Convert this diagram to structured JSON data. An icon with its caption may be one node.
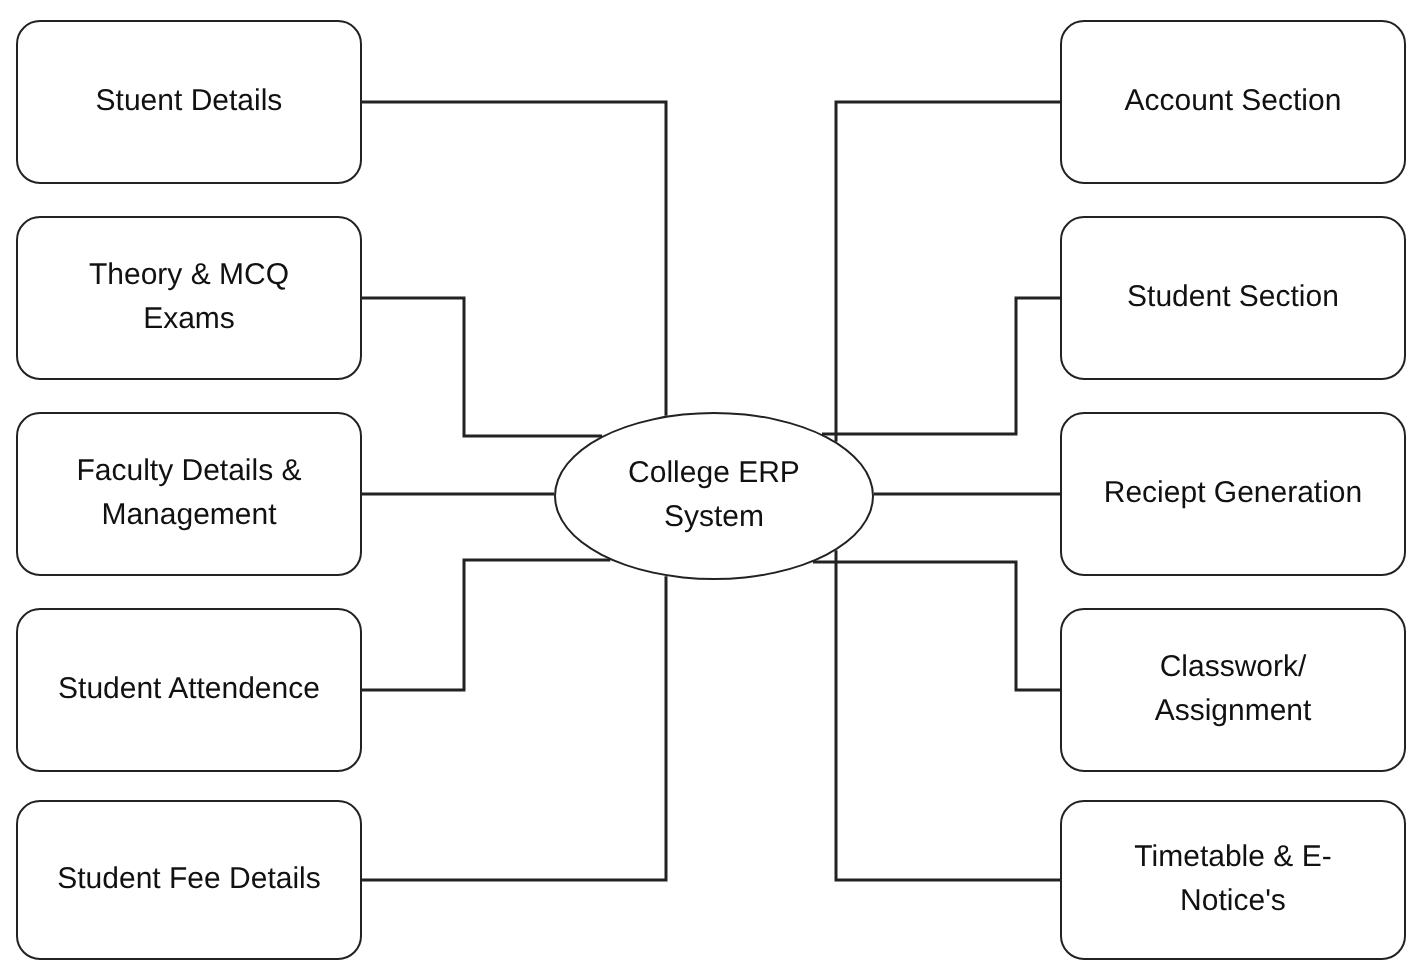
{
  "diagram": {
    "nodes": [
      {
        "text": [
          "Stuent Details"
        ]
      },
      {
        "text": [
          "Theory & MCQ Exams"
        ]
      },
      {
        "text": [
          "Faculty Details & Management"
        ]
      },
      {
        "text": [
          "Student Attendence"
        ]
      },
      {
        "text": [
          "Student Fee Details"
        ]
      },
      {
        "text": [
          "College ERP System"
        ]
      },
      {
        "text": [
          "Account Section"
        ]
      },
      {
        "text": [
          "Student Section"
        ]
      },
      {
        "text": [
          "Reciept Generation"
        ]
      },
      {
        "text": [
          "Classwork/ Assignment"
        ]
      },
      {
        "text": [
          "Timetable & E-Notice's"
        ]
      }
    ],
    "edges": [
      {
        "from": 5,
        "to": 0,
        "arrow": "none"
      },
      {
        "from": 5,
        "to": 1,
        "arrow": "none"
      },
      {
        "from": 5,
        "to": 2,
        "arrow": "none"
      },
      {
        "from": 5,
        "to": 3,
        "arrow": "none"
      },
      {
        "from": 5,
        "to": 4,
        "arrow": "none"
      },
      {
        "from": 5,
        "to": 6,
        "arrow": "none"
      },
      {
        "from": 5,
        "to": 7,
        "arrow": "none"
      },
      {
        "from": 5,
        "to": 8,
        "arrow": "none"
      },
      {
        "from": 5,
        "to": 9,
        "arrow": "none"
      },
      {
        "from": 5,
        "to": 10,
        "arrow": "none"
      }
    ]
  }
}
